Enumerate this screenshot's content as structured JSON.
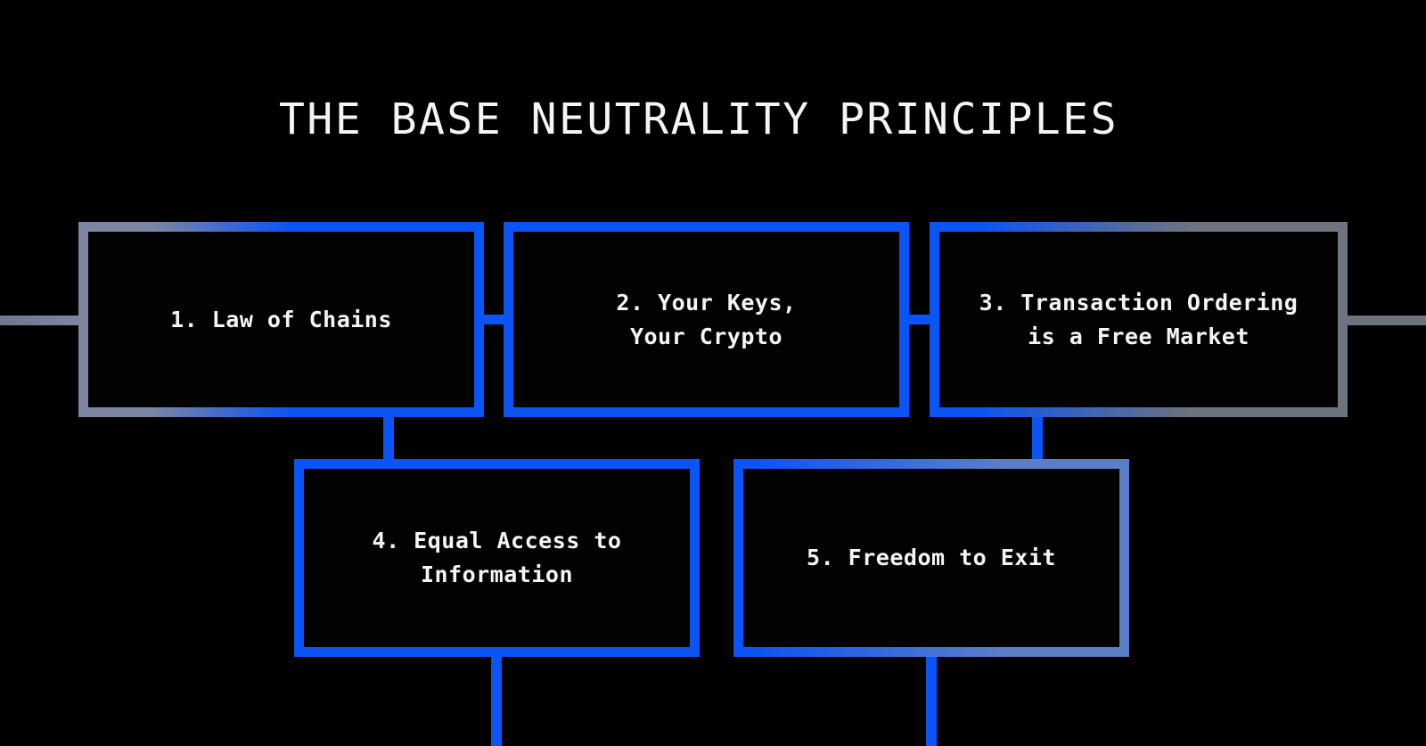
{
  "title": "THE BASE NEUTRALITY PRINCIPLES",
  "colors": {
    "background": "#000000",
    "text": "#f5f5f5",
    "blue": "#0b54f5",
    "gray": "#7c86a2",
    "cool_gray": "#6d737f",
    "slate_blue": "#5b7ec9"
  },
  "boxes": [
    {
      "label": "1. Law of Chains"
    },
    {
      "label": "2. Your Keys,\nYour Crypto"
    },
    {
      "label": "3. Transaction Ordering\nis a Free Market"
    },
    {
      "label": "4. Equal Access to\nInformation"
    },
    {
      "label": "5. Freedom to Exit"
    }
  ]
}
